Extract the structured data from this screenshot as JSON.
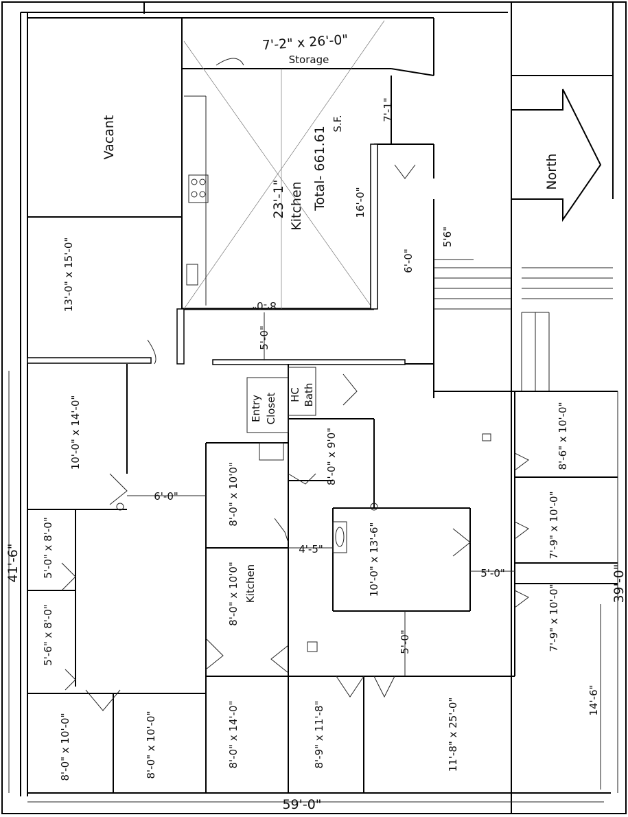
{
  "rooms": {
    "storage": "7'-2\" x 26'-0\"",
    "storage_label": "Storage",
    "vacant": "Vacant",
    "north": "North",
    "kitchen_top_dim": "23'-1\"",
    "kitchen_top": "Kitchen",
    "total": "Total- 661.61",
    "total_unit": "S.F.",
    "dim_7_1": "7'-1\"",
    "dim_16_0": "16'-0\"",
    "dim_6_0": "6'-0\"",
    "dim_5_6": "5'6\"",
    "dim_8_0_k": "8'-0\"",
    "dim_5_0_hall": "5'-0\"",
    "r13x15": "13'-0\" x 15'-0\"",
    "r10x14": "10'-0\" x 14'-0\"",
    "dim_6_0_mid": "6'-0\"",
    "entry_closet_a": "Entry",
    "entry_closet_b": "Closet",
    "hc_bath_a": "HC",
    "hc_bath_b": "Bath",
    "r8x9": "8'-0\" x 9'0\"",
    "r8x10": "8'-0\" x 10'0\"",
    "r8x10_kitchen": "8'-0\" x 10'0\"",
    "kitchen_small": "Kitchen",
    "dim_4_5": "4'-5\"",
    "r10x13": "10'-0\" x 13'-6\"",
    "r5x8_a": "5'-0\" x 8'-0\"",
    "r5x8_b": "5'-6\" x 8'-0\"",
    "r8x10_a": "8'-0\" x 10'-0\"",
    "r8x10_b": "8'-0\" x 10'-0\"",
    "r8x14": "8'-0\" x 14'-0\"",
    "r8x11": "8'-9\" x 11'-8\"",
    "r11x25": "11'-8\" x 25'-0\"",
    "r8x10_right": "8'-6\" x 10'-0\"",
    "r7x10_a": "7'-9\" x 10'-0\"",
    "r7x10_b": "7'-9\" x 10'-0\"",
    "dim_5_0_b": "5'-0\"",
    "dim_5_0_c": "5'-0\"",
    "dim_14_6": "14'-6\"",
    "dim_41_6": "41'-6\"",
    "dim_39_0": "39'-0\"",
    "dim_59_0": "59'-0\""
  }
}
